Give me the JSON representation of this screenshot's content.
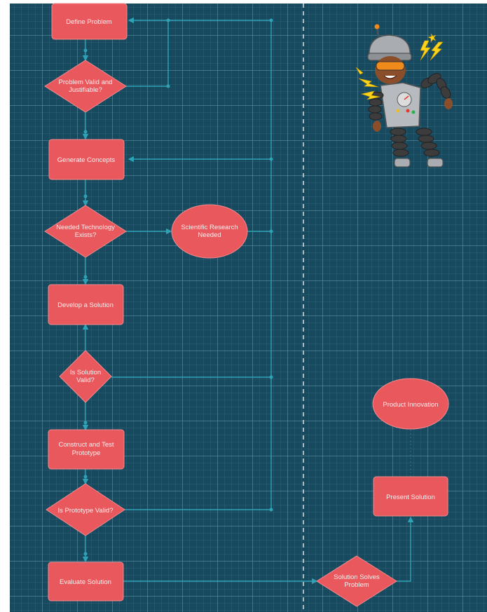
{
  "diagram": {
    "nodes": {
      "define_problem": "Define Problem",
      "problem_valid": [
        "Problem Valid and",
        "Justifiable?"
      ],
      "generate_concepts": "Generate Concepts",
      "needed_tech": [
        "Needed Technology",
        "Exists?"
      ],
      "scientific_research": [
        "Scientific Research",
        "Needed"
      ],
      "develop_solution": "Develop a Solution",
      "solution_valid": [
        "Is Solution",
        "Valid?"
      ],
      "construct_test": [
        "Construct and Test",
        "Prototype"
      ],
      "prototype_valid": "Is Prototype Valid?",
      "evaluate_solution": "Evaluate Solution",
      "solution_solves": [
        "Solution Solves",
        "Problem"
      ],
      "present_solution": "Present Solution",
      "product_innovation": "Product Innovation"
    },
    "colors": {
      "background": "#174a5e",
      "node_fill": "#e8585d",
      "connector": "#2fa3b5",
      "divider": "#e8eef0"
    },
    "mascot": "robot-with-sparks"
  }
}
